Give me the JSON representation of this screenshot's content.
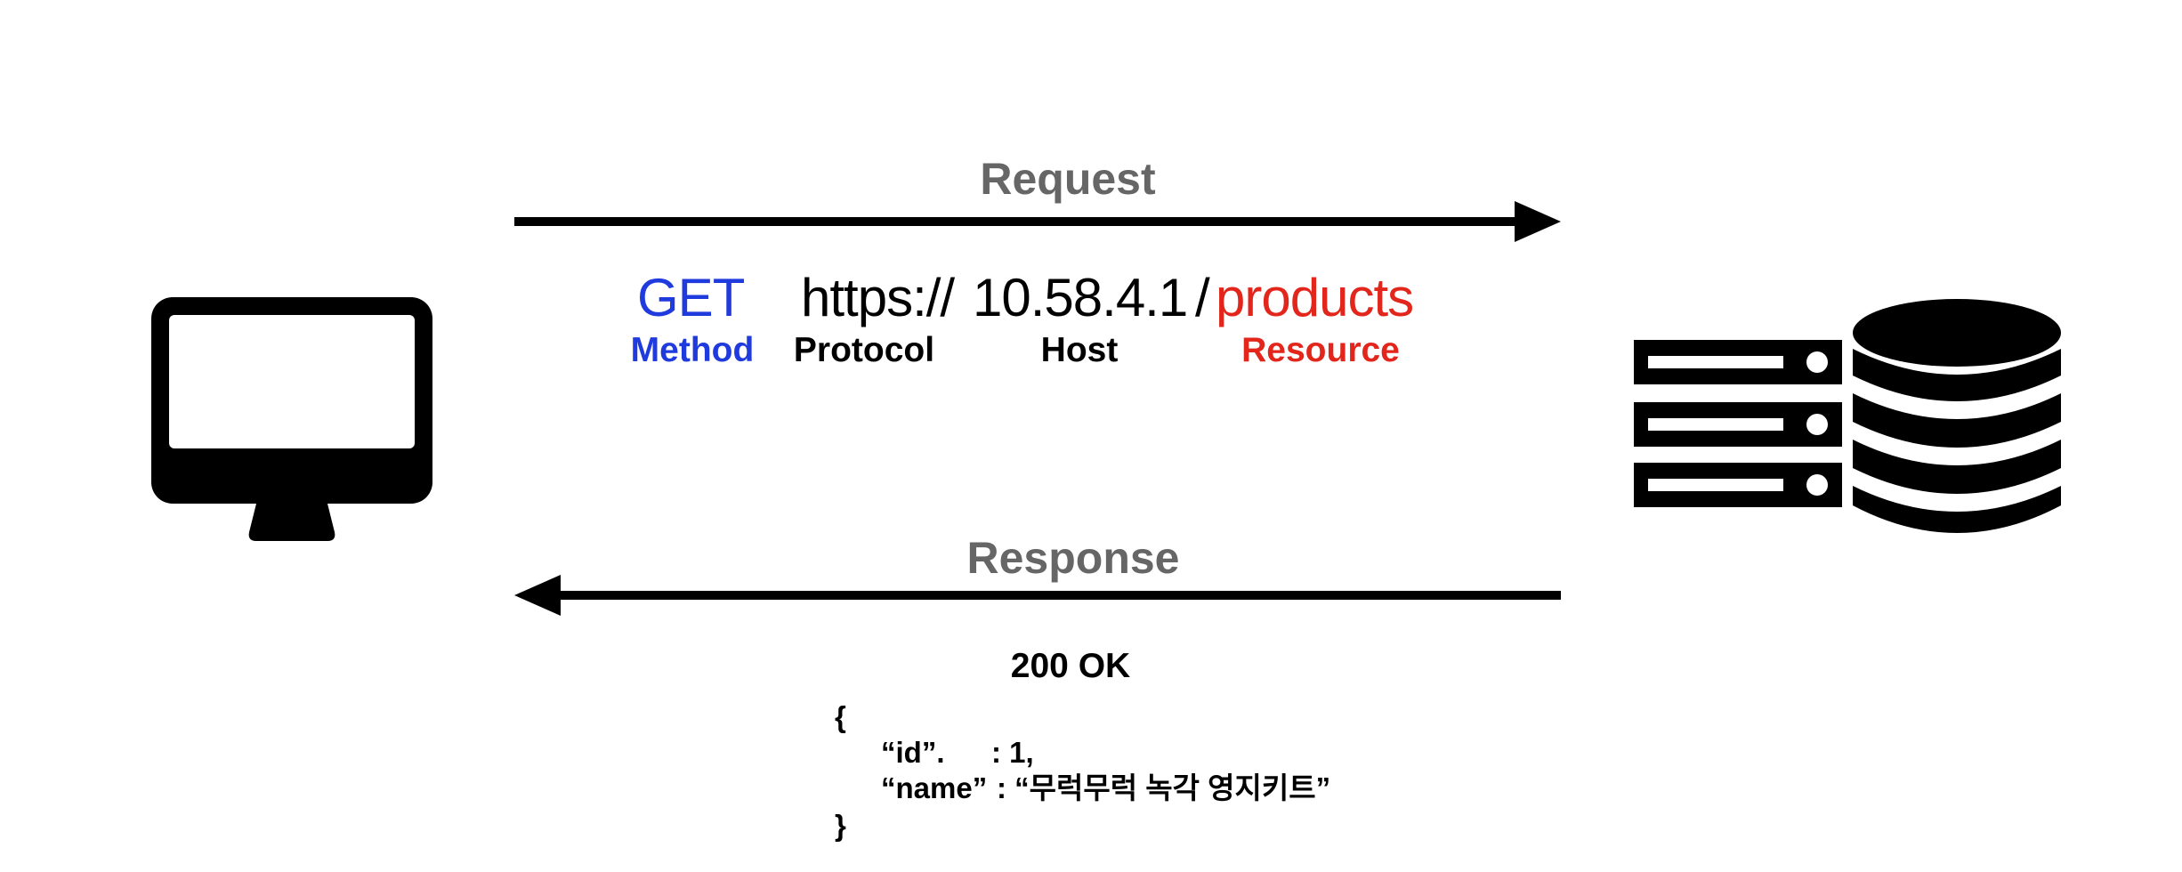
{
  "request": {
    "label": "Request",
    "method": "GET",
    "scheme": "https://",
    "host": "10.58.4.1",
    "slash": "/",
    "resource": "products",
    "captions": {
      "method": "Method",
      "protocol": "Protocol",
      "host": "Host",
      "resource": "Resource"
    }
  },
  "response": {
    "label": "Response",
    "status": "200 OK",
    "body": {
      "open": "{",
      "id_key": "“id”.",
      "id_value": ": 1,",
      "name_key": "“name”",
      "name_value": ": “무럭무럭 녹각 영지키트”",
      "close": "}"
    }
  },
  "icons": {
    "client": "desktop-monitor-icon",
    "server": "server-rack-icon",
    "database": "database-icon"
  },
  "colors": {
    "label_gray": "#666666",
    "method_blue": "#1f3bdd",
    "resource_red": "#e3261b",
    "ink": "#000000"
  }
}
